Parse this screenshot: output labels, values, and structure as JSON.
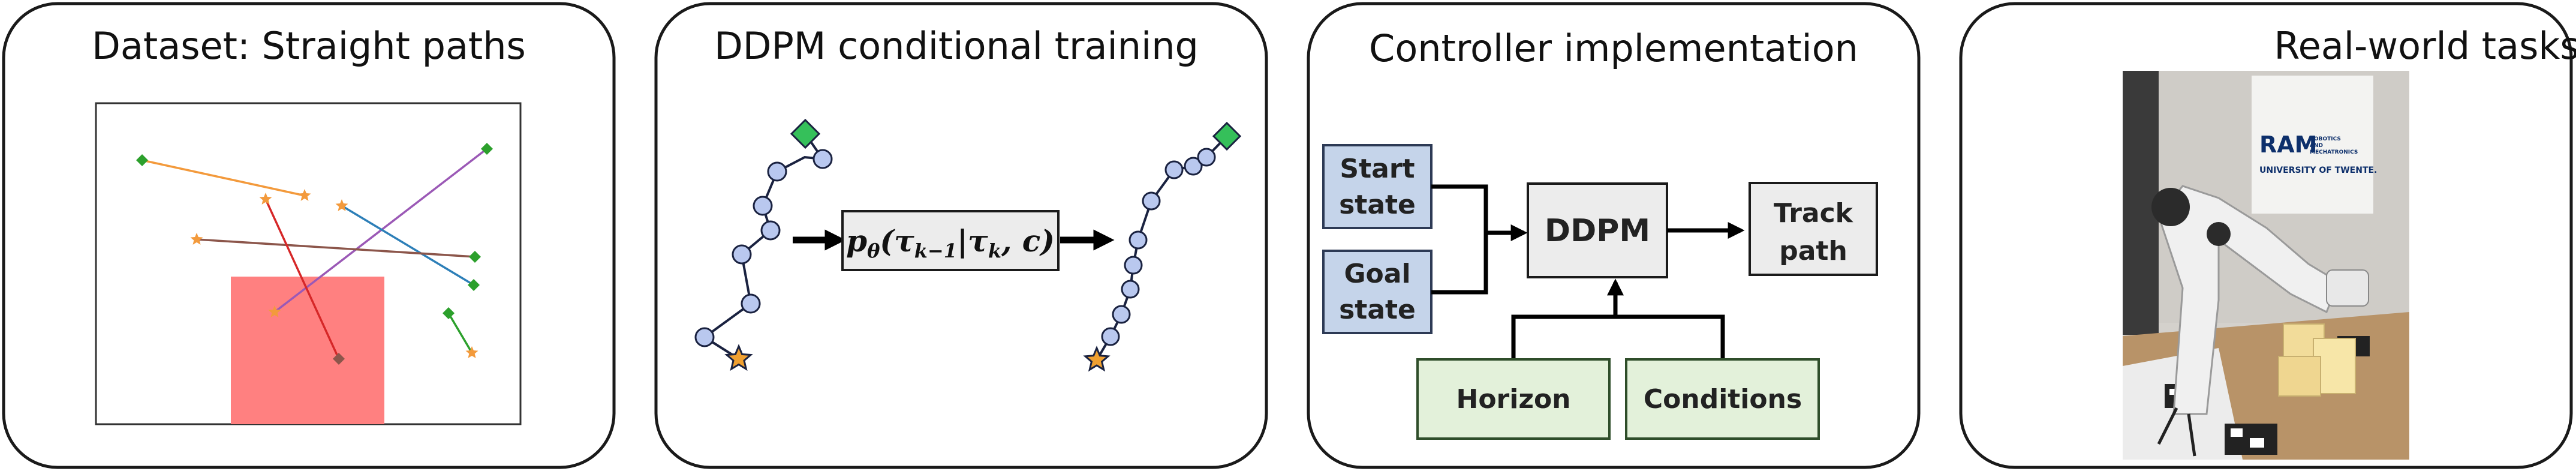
{
  "panels": [
    {
      "title": "Dataset: Straight paths"
    },
    {
      "title": "DDPM conditional training"
    },
    {
      "title": "Controller implementation"
    },
    {
      "title": "Real-world tasks"
    }
  ],
  "formula": {
    "p": "p",
    "theta": "θ",
    "open": "(τ",
    "k_minus_1": "k−1",
    "bar": "|τ",
    "k": "k",
    "rest": ", c)"
  },
  "controller": {
    "start_line1": "Start",
    "start_line2": "state",
    "goal_line1": "Goal",
    "goal_line2": "state",
    "ddpm": "DDPM",
    "track_line1": "Track",
    "track_line2": "path",
    "horizon": "Horizon",
    "conditions": "Conditions"
  },
  "photo": {
    "logo_main": "RAM",
    "logo_sub1": "ROBOTICS",
    "logo_sub2": "AND",
    "logo_sub3": "MECHATRONICS",
    "logo_univ": "UNIVERSITY OF TWENTE."
  },
  "colors": {
    "box_blue": "#c5d4ea",
    "box_green": "#e3f1da",
    "box_gray": "#ececec",
    "obstacle": "#ff8080",
    "node_blue": "#b9c8ef",
    "goal_green": "#35c05a",
    "star_gold": "#f0a030"
  }
}
